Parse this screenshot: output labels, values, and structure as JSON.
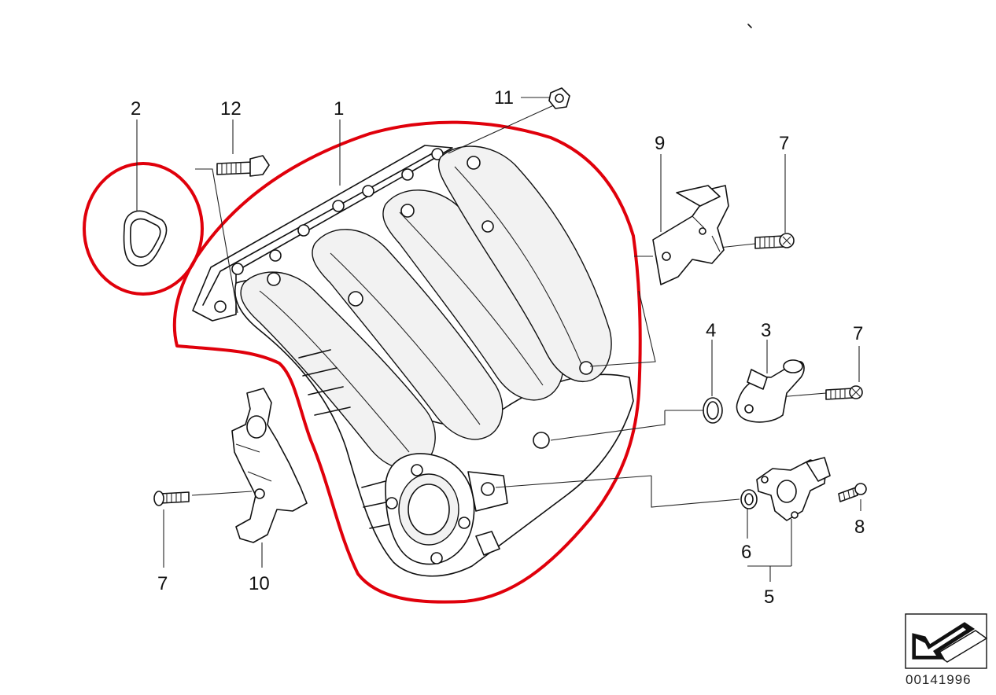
{
  "colors": {
    "ink": "#111111",
    "highlight": "#e0000b",
    "background": "#ffffff"
  },
  "part_labels": {
    "p1": "1",
    "p2": "2",
    "p3": "3",
    "p4": "4",
    "p5": "5",
    "p6": "6",
    "p7a": "7",
    "p7b": "7",
    "p7c": "7",
    "p8": "8",
    "p9": "9",
    "p10": "10",
    "p11": "11",
    "p12": "12"
  },
  "catalog_number": "00141996",
  "icons": {
    "direction": "arrow-direction-icon"
  }
}
